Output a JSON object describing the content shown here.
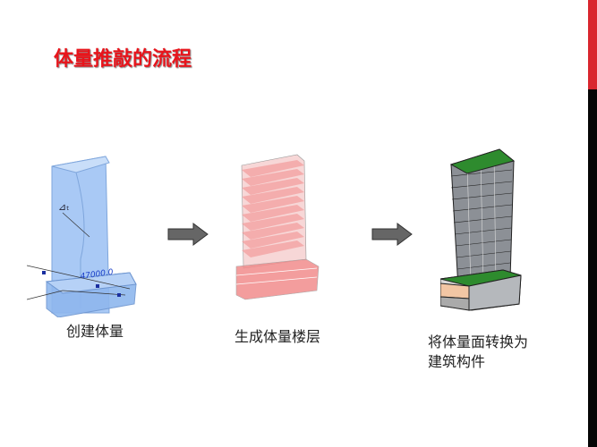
{
  "title": "体量推敲的流程",
  "steps": [
    {
      "label": "创建体量",
      "annotation": "47000.0"
    },
    {
      "label": "生成体量楼层"
    },
    {
      "label_line1": "将体量面转换为",
      "label_line2": "建筑构件"
    }
  ],
  "colors": {
    "title": "#e8141b",
    "accent_bar_top": "#d9262e",
    "accent_bar_bottom": "#050505",
    "mass_blue": "#8fb7ee",
    "floor_red": "#f08a8a",
    "roof_green": "#2e8b2e"
  }
}
